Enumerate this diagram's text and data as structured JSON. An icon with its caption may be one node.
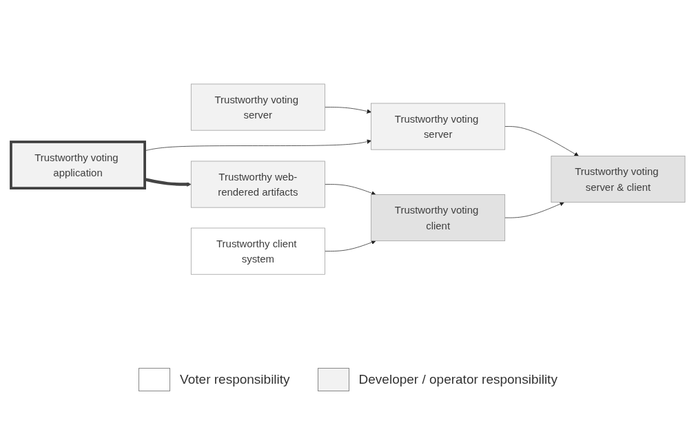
{
  "diagram": {
    "nodes": [
      {
        "text": [
          "Trustworthy voting server"
        ]
      },
      {
        "text": [
          "Trustworthy voting application"
        ]
      },
      {
        "text": [
          "Trustworthy web-rendered artifacts"
        ]
      },
      {
        "text": [
          "Trustworthy client system"
        ]
      },
      {
        "text": [
          "Trustworthy voting server"
        ]
      },
      {
        "text": [
          "Trustworthy voting client"
        ]
      },
      {
        "text": [
          "Trustworthy voting server & client"
        ]
      }
    ],
    "edges": [
      {
        "from": 0,
        "to": 4,
        "arrow": "to"
      },
      {
        "from": 1,
        "to": 4,
        "arrow": "to"
      },
      {
        "from": 1,
        "to": 2,
        "arrow": "to",
        "style": "thick"
      },
      {
        "from": 2,
        "to": 5,
        "arrow": "to"
      },
      {
        "from": 3,
        "to": 5,
        "arrow": "to"
      },
      {
        "from": 4,
        "to": 6,
        "arrow": "to"
      },
      {
        "from": 5,
        "to": 6,
        "arrow": "to"
      }
    ],
    "legend": [
      {
        "text": "Voter responsibility",
        "color": "#ffffff"
      },
      {
        "text": "Developer / operator responsibility",
        "color": "#f2f2f2"
      }
    ]
  }
}
